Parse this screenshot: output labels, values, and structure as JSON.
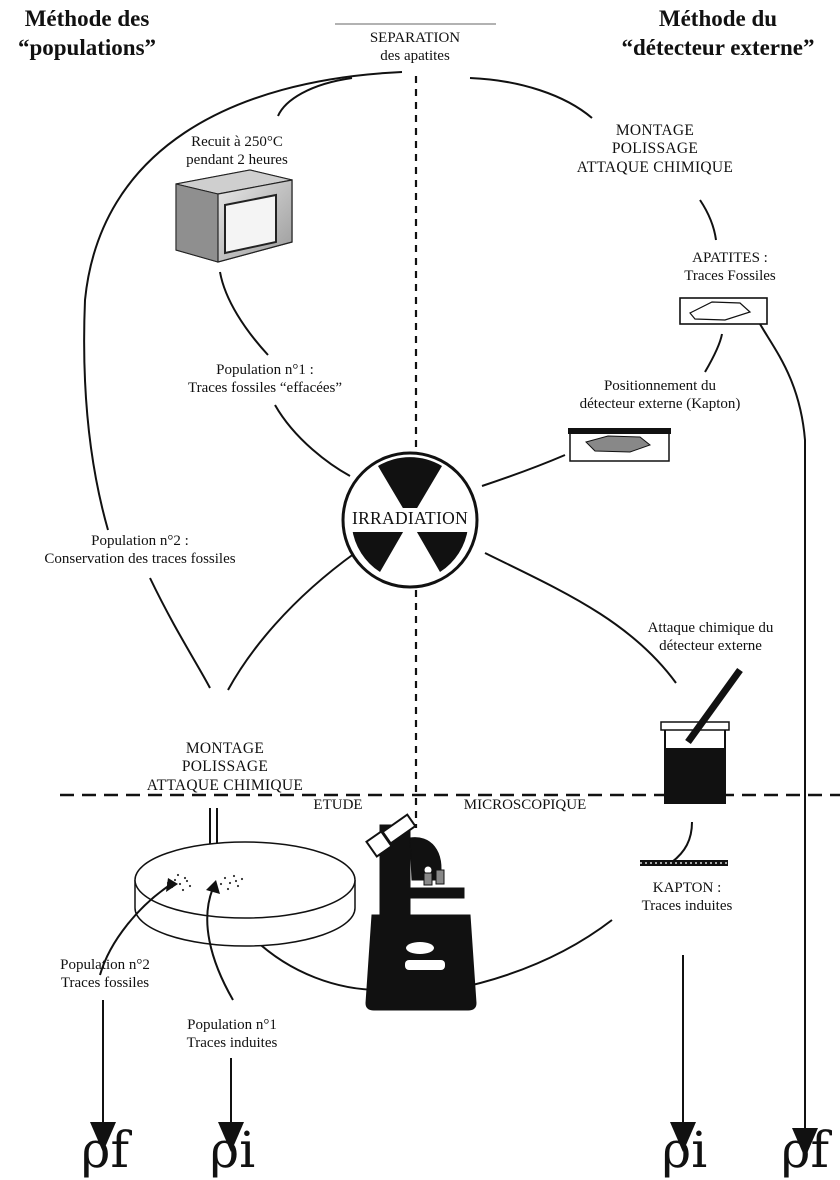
{
  "titles": {
    "left_line1": "Méthode des",
    "left_line2": "“populations”",
    "right_line1": "Méthode du",
    "right_line2": "“détecteur externe”"
  },
  "top": {
    "line1": "SEPARATION",
    "line2": "des apatites"
  },
  "left": {
    "anneal_line1": "Recuit à 250°C",
    "anneal_line2": "pendant 2 heures",
    "pop1_line1": "Population n°1 :",
    "pop1_line2": "Traces fossiles “effacées”",
    "pop2_line1": "Population n°2 :",
    "pop2_line2": "Conservation des traces fossiles",
    "mount_line1": "MONTAGE",
    "mount_line2": "POLISSAGE",
    "mount_line3": "ATTAQUE CHIMIQUE",
    "disk_pop2_line1": "Population n°2",
    "disk_pop2_line2": "Traces fossiles",
    "disk_pop1_line1": "Population n°1",
    "disk_pop1_line2": "Traces induites"
  },
  "right": {
    "mount_line1": "MONTAGE",
    "mount_line2": "POLISSAGE",
    "mount_line3": "ATTAQUE CHIMIQUE",
    "apatites_line1": "APATITES :",
    "apatites_line2": "Traces Fossiles",
    "detector_line1": "Positionnement du",
    "detector_line2": "détecteur externe (Kapton)",
    "etch_line1": "Attaque chimique du",
    "etch_line2": "détecteur externe",
    "kapton_line1": "KAPTON :",
    "kapton_line2": "Traces induites"
  },
  "center": {
    "irradiation": "IRRADIATION",
    "study_left": "ETUDE",
    "study_right": "MICROSCOPIQUE"
  },
  "outputs": {
    "left_pf": "ρf",
    "left_pi": "ρi",
    "right_pi": "ρi",
    "right_pf": "ρf"
  }
}
